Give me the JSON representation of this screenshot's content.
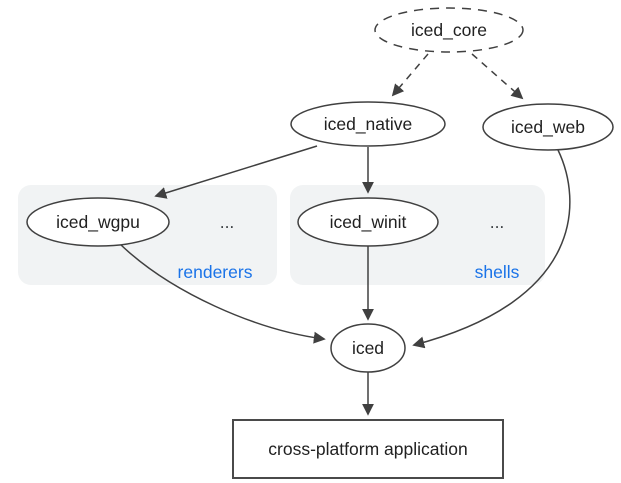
{
  "diagram": {
    "type": "dependency-graph",
    "nodes": {
      "iced_core": {
        "label": "iced_core",
        "shape": "dashed-ellipse"
      },
      "iced_native": {
        "label": "iced_native",
        "shape": "ellipse"
      },
      "iced_web": {
        "label": "iced_web",
        "shape": "ellipse"
      },
      "iced_wgpu": {
        "label": "iced_wgpu",
        "shape": "ellipse",
        "group": "renderers"
      },
      "iced_winit": {
        "label": "iced_winit",
        "shape": "ellipse",
        "group": "shells"
      },
      "iced": {
        "label": "iced",
        "shape": "ellipse"
      },
      "app": {
        "label": "cross-platform application",
        "shape": "rectangle"
      }
    },
    "groups": {
      "renderers": {
        "label": "renderers",
        "ellipsis": "..."
      },
      "shells": {
        "label": "shells",
        "ellipsis": "..."
      }
    },
    "edges": [
      {
        "from": "iced_core",
        "to": "iced_native",
        "style": "dashed"
      },
      {
        "from": "iced_core",
        "to": "iced_web",
        "style": "dashed"
      },
      {
        "from": "iced_native",
        "to": "iced_wgpu",
        "style": "solid"
      },
      {
        "from": "iced_native",
        "to": "iced_winit",
        "style": "solid"
      },
      {
        "from": "iced_wgpu",
        "to": "iced",
        "style": "solid"
      },
      {
        "from": "iced_winit",
        "to": "iced",
        "style": "solid"
      },
      {
        "from": "iced_web",
        "to": "iced",
        "style": "solid"
      },
      {
        "from": "iced",
        "to": "app",
        "style": "solid"
      }
    ],
    "colors": {
      "stroke": "#404040",
      "text": "#212121",
      "group_fill": "#f1f3f4",
      "group_label": "#1a73e8",
      "node_fill": "#ffffff",
      "background": "#ffffff"
    }
  }
}
